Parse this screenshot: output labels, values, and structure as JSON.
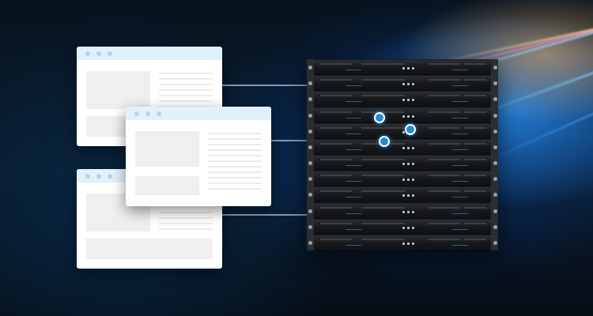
{
  "scene": {
    "windows": [
      {
        "name": "browser-window-1"
      },
      {
        "name": "browser-window-2"
      },
      {
        "name": "browser-window-3"
      }
    ],
    "server_rack": {
      "unit_count": 12
    },
    "connection_nodes": 3,
    "colors": {
      "background_dark": "#07121d",
      "light_glow_blue": "#2896ff",
      "window_bar": "#e1f1fb",
      "window_body": "#ffffff",
      "placeholder_block": "#efefef",
      "node_fill": "#1f8fd0",
      "rack_body": "#1b1d21"
    }
  }
}
